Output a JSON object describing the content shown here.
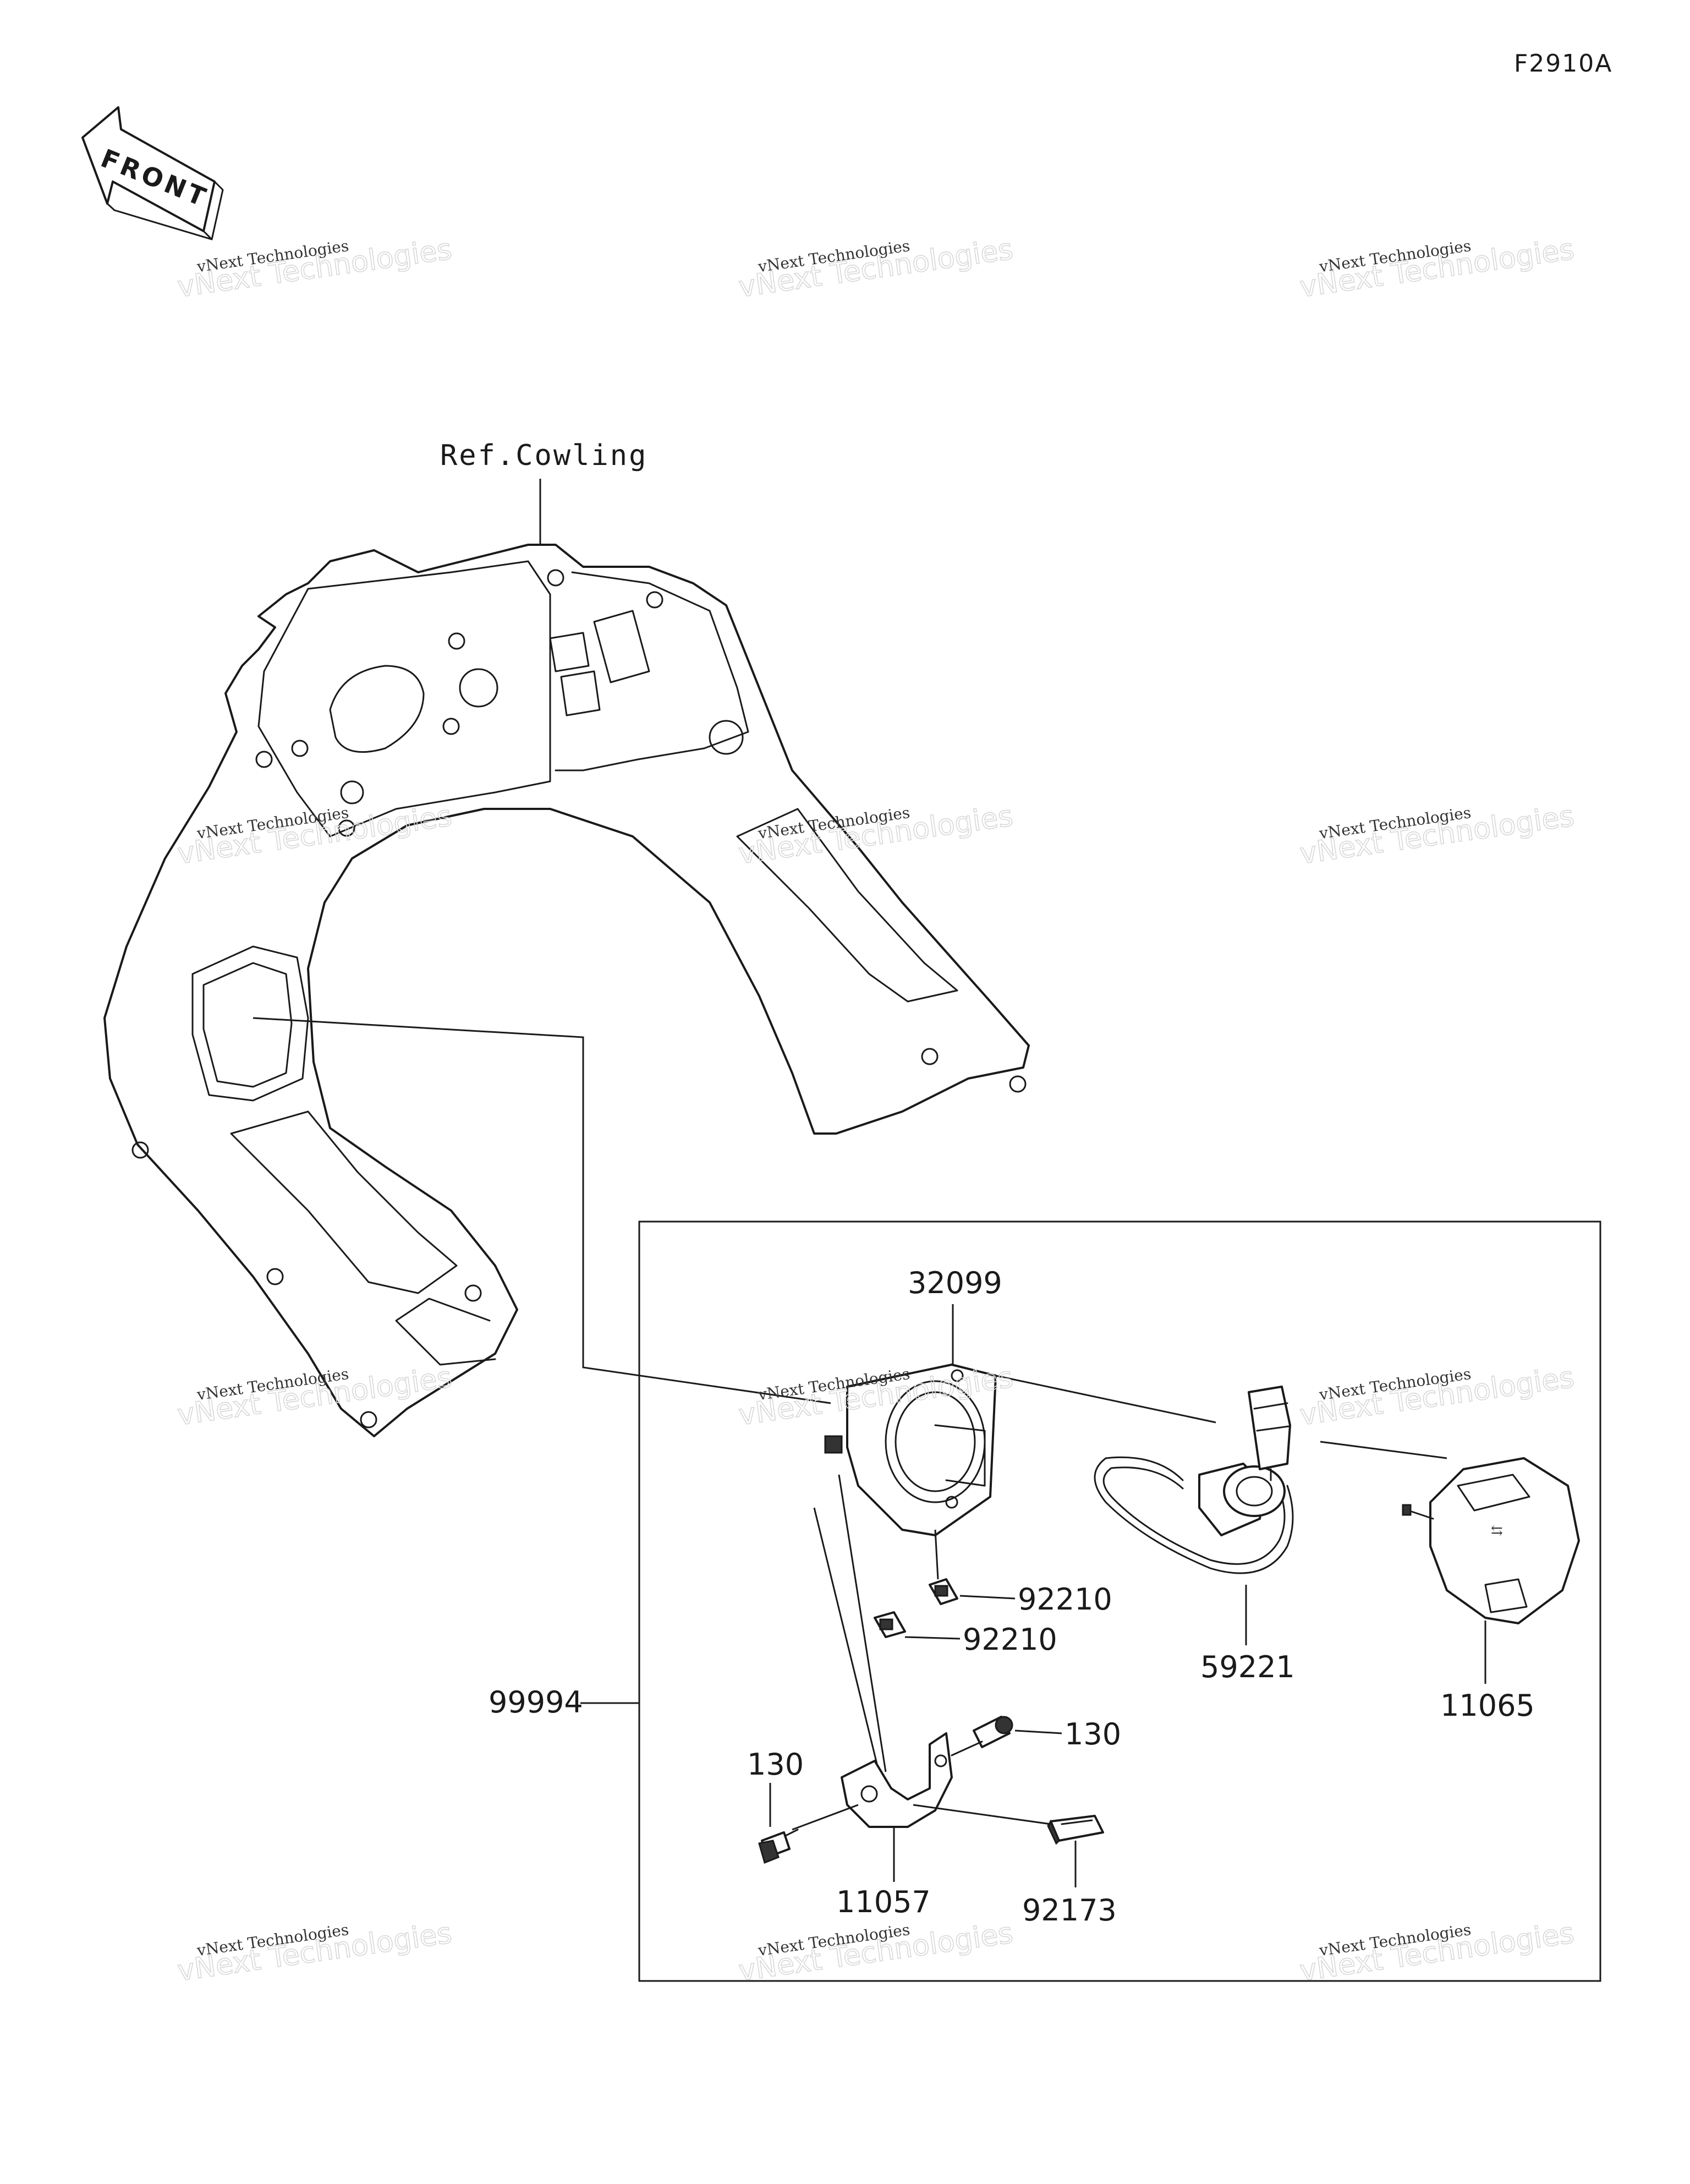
{
  "diagram_code": "F2910A",
  "front_arrow": {
    "label": "FRONT",
    "icon": "front-direction-arrow-icon"
  },
  "reference": {
    "label": "Ref.Cowling"
  },
  "watermark": {
    "line1": "vNext Technologies",
    "line2": "vNext Technologies"
  },
  "parts": {
    "p32099": "32099",
    "p92210a": "92210",
    "p92210b": "92210",
    "p59221": "59221",
    "p11065": "11065",
    "p99994": "99994",
    "p130a": "130",
    "p130b": "130",
    "p11057": "11057",
    "p92173": "92173"
  }
}
